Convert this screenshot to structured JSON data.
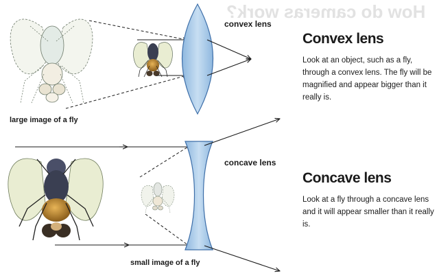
{
  "background_text": {
    "title": "How do cameras work?"
  },
  "convex": {
    "lens_label": "convex lens",
    "image_caption": "large image of a fly",
    "heading": "Convex lens",
    "description": "Look at an object, such as a fly, through a convex lens. The fly will be magnified and appear bigger than it really is."
  },
  "concave": {
    "lens_label": "concave lens",
    "image_caption": "small image of a fly",
    "heading": "Concave lens",
    "description": "Look at a fly through a concave lens and it will appear smaller than it really is."
  },
  "colors": {
    "lens_fill": "#a9cbe8",
    "lens_stroke": "#3d6ea8",
    "ray": "#1a1a1a",
    "fly_body": "#3a3f52",
    "fly_abdomen": "#b8872e",
    "fly_wing": "#e9edd2",
    "ghost_fly": "#eef0ea"
  }
}
